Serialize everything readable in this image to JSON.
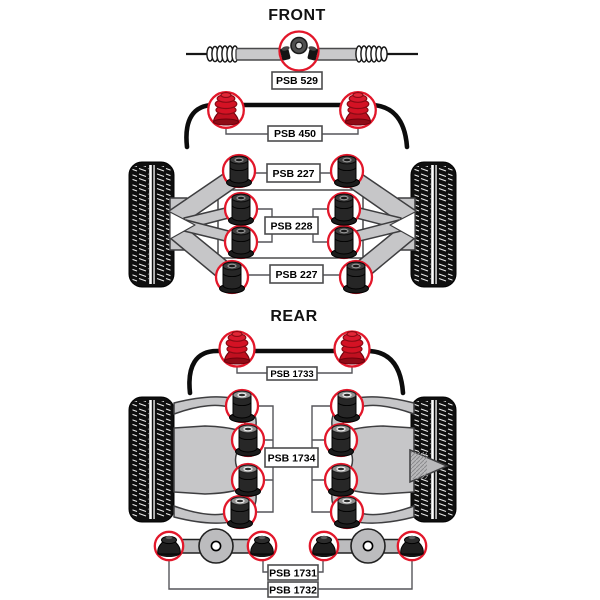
{
  "diagram": {
    "titles": {
      "front": "FRONT",
      "rear": "REAR"
    },
    "labels": {
      "steering_rack": "PSB 529",
      "front_antiroll_bar": "PSB 450",
      "front_arm_upper": "PSB 227",
      "front_arm_inner": "PSB 228",
      "front_arm_lower": "PSB 227",
      "rear_antiroll_bar": "PSB 1733",
      "rear_control_arms": "PSB 1734",
      "rear_link_inner": "PSB 1731",
      "rear_link_outer": "PSB 1732"
    },
    "colors": {
      "highlight_ring": "#e2172a",
      "red_bushing": "#d41224",
      "black_bushing": "#242424",
      "arm_gray": "#c6c6c8",
      "line_dark": "#3e3e40"
    }
  }
}
